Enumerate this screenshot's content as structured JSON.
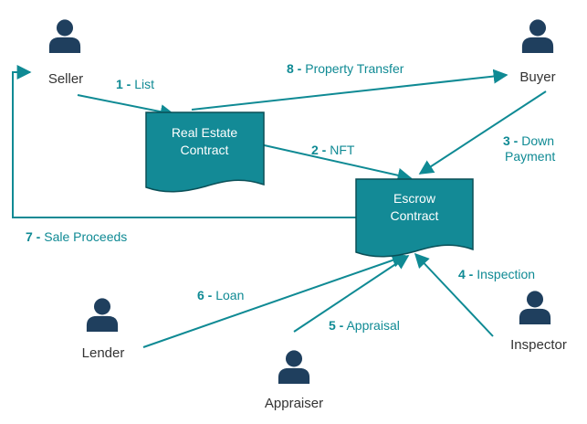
{
  "actors": {
    "seller": "Seller",
    "buyer": "Buyer",
    "lender": "Lender",
    "appraiser": "Appraiser",
    "inspector": "Inspector"
  },
  "contracts": {
    "real_estate": [
      "Real Estate",
      "Contract"
    ],
    "escrow": [
      "Escrow",
      "Contract"
    ]
  },
  "steps": [
    {
      "num": "1 -",
      "label": "List"
    },
    {
      "num": "2 -",
      "label": "NFT"
    },
    {
      "num": "3 -",
      "label": "Down",
      "label2": "Payment"
    },
    {
      "num": "4 -",
      "label": "Inspection"
    },
    {
      "num": "5 -",
      "label": "Appraisal"
    },
    {
      "num": "6 -",
      "label": "Loan"
    },
    {
      "num": "7 -",
      "label": "Sale Proceeds"
    },
    {
      "num": "8 -",
      "label": "Property Transfer"
    }
  ],
  "colors": {
    "person": "#1f3f5e",
    "teal": "#0f8a94",
    "doc_fill": "#138a96",
    "doc_stroke": "#0a4f57",
    "text": "#333333"
  }
}
